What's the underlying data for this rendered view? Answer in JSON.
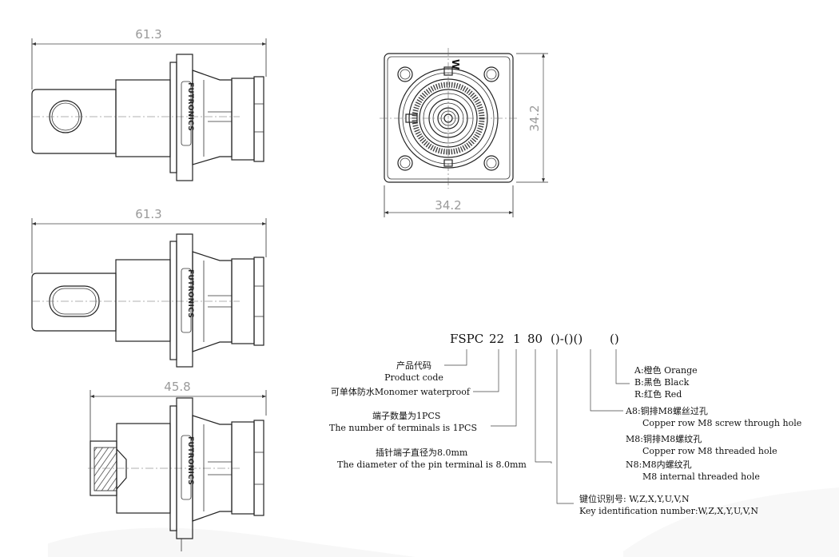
{
  "dimensions": {
    "top_length": "61.3",
    "middle_length": "61.3",
    "bottom_length": "45.8",
    "square_height": "34.2",
    "square_width": "34.2"
  },
  "brand": "FUTRONICS",
  "front_view_key_letter": "W",
  "part_code": {
    "p1": "FSPC",
    "p2": "22",
    "p3": "1",
    "p4": "80",
    "p5": "()-()()",
    "p6": "()"
  },
  "left_annotations": {
    "product_code_cn": "产品代码",
    "product_code_en": "Product code",
    "monomer": "可单体防水Monomer waterproof",
    "terminals_cn": "端子数量为1PCS",
    "terminals_en": "The number of terminals is 1PCS",
    "diameter_cn": "插针端子直径为8.0mm",
    "diameter_en": "The diameter of the pin terminal is 8.0mm"
  },
  "colors": {
    "a": "A:橙色 Orange",
    "b": "B:黑色 Black",
    "r": "R:红色 Red"
  },
  "holes": {
    "a8_cn": "A8:铜排M8螺丝过孔",
    "a8_en": "Copper row M8 screw through hole",
    "m8_cn": "M8:铜排M8螺纹孔",
    "m8_en": "Copper row M8 threaded hole",
    "n8_cn": "N8:M8内螺纹孔",
    "n8_en": "M8 internal threaded hole"
  },
  "key_identification": {
    "cn": "键位识别号: W,Z,X,Y,U,V,N",
    "en": "Key identification number:W,Z,X,Y,U,V,N"
  }
}
